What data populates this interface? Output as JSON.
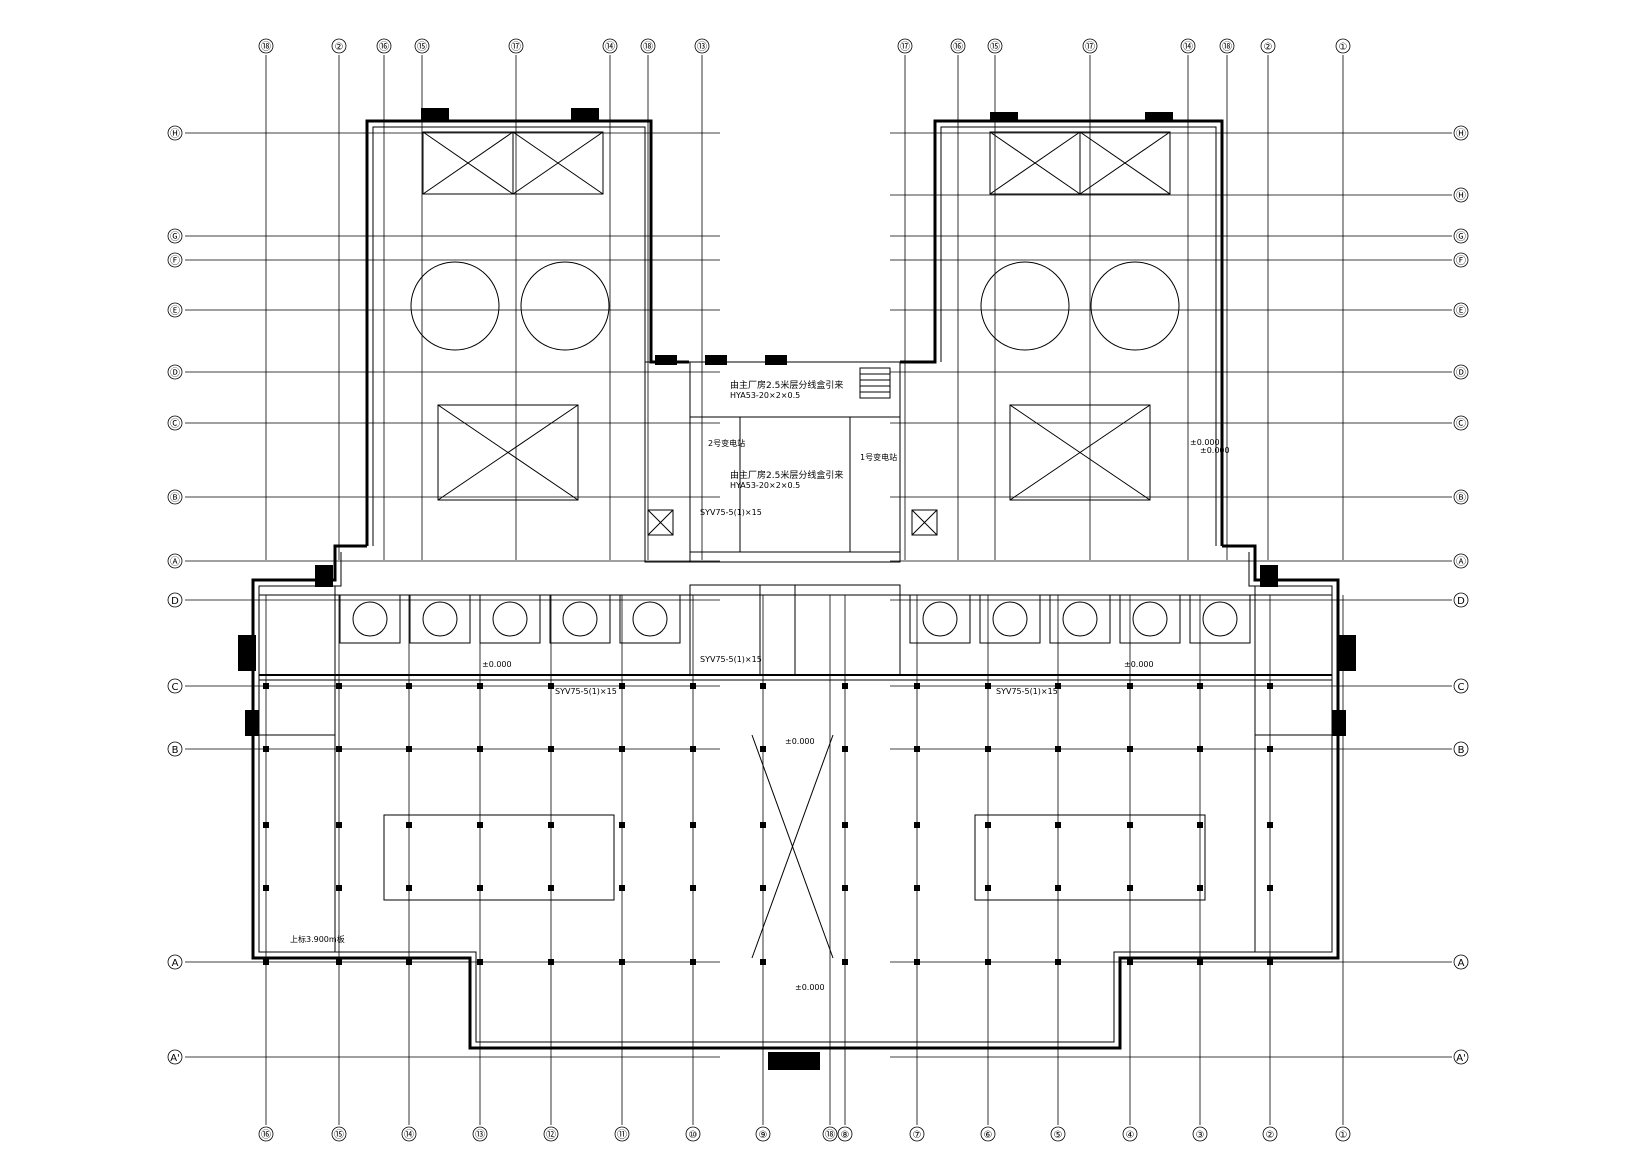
{
  "drawing": {
    "elevation_labels": [
      "±0.000",
      "±0.000",
      "±0.000",
      "±0.000",
      "±0.000",
      "±0.000"
    ],
    "level_label_upper": "上标3.900m板",
    "note_labels": [
      "由主厂房2.5米层分线盒引来",
      "由主厂房2.5米层分线盒引来",
      "2号变电站",
      "1号变电站"
    ],
    "cable_specs": [
      "HYA53-20×2×0.5",
      "HYA53-20×2×0.5",
      "SYV75-5(1)×15",
      "SYV75-5(1)×15",
      "SYV75-5(1)×15",
      "SYV75-5(1)×15"
    ]
  },
  "axes": {
    "top": [
      "⑱",
      "②",
      "⑯",
      "⑮",
      "⑰",
      "⑭",
      "⑱",
      "⑬",
      "⑰",
      "⑯",
      "⑮",
      "⑰",
      "⑭",
      "⑱",
      "②",
      "①"
    ],
    "bottom": [
      "⑯",
      "⑮",
      "⑭",
      "⑬",
      "⑫",
      "⑪",
      "⑩",
      "⑨",
      "⑱",
      "⑧",
      "⑦",
      "⑥",
      "⑤",
      "④",
      "③",
      "②",
      "①"
    ],
    "left": [
      "Ⓗ",
      "Ⓖ",
      "Ⓕ",
      "Ⓔ",
      "Ⓓ",
      "Ⓒ",
      "Ⓑ",
      "Ⓐ",
      "D",
      "C",
      "B",
      "A",
      "A'"
    ],
    "right": [
      "Ⓗ",
      "Ⓗ",
      "Ⓖ",
      "Ⓕ",
      "Ⓔ",
      "Ⓓ",
      "Ⓒ",
      "Ⓑ",
      "Ⓐ",
      "D",
      "C",
      "B",
      "A",
      "A'"
    ]
  }
}
